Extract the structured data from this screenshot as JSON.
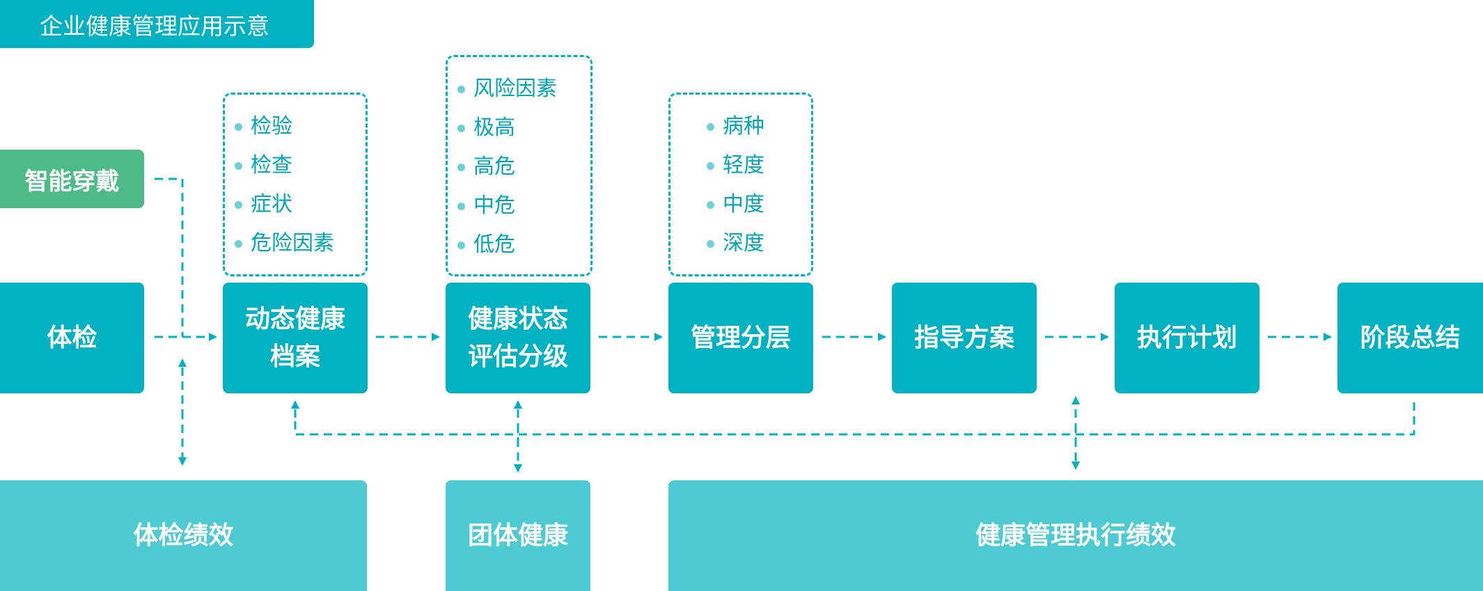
{
  "title": "企业健康管理应用示意",
  "wearable": "智能穿戴",
  "steps": {
    "checkup": "体检",
    "dynamic_file_line1": "动态健康",
    "dynamic_file_line2": "档案",
    "assessment_line1": "健康状态",
    "assessment_line2": "评估分级",
    "tiering": "管理分层",
    "guidance": "指导方案",
    "execution": "执行计划",
    "summary": "阶段总结"
  },
  "notes": {
    "file_items": [
      "检验",
      "检查",
      "症状",
      "危险因素"
    ],
    "assessment_items": [
      "风险因素",
      "极高",
      "高危",
      "中危",
      "低危"
    ],
    "tiering_items": [
      "病种",
      "轻度",
      "中度",
      "深度"
    ]
  },
  "performance": {
    "checkup_perf": "体检绩效",
    "group_health": "团体健康",
    "execution_perf": "健康管理执行绩效"
  },
  "colors": {
    "primary": "#00b1c1",
    "secondary": "#4dcad2",
    "wearable": "#4dbb86",
    "text_accent": "#00a6b8"
  }
}
